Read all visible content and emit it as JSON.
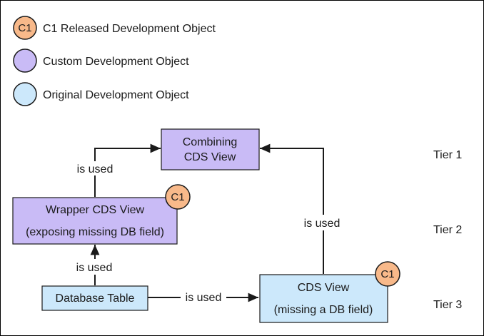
{
  "legend": {
    "badge_label": "C1",
    "released": "C1 Released Development Object",
    "custom": "Custom Development Object",
    "original": "Original Development Object"
  },
  "nodes": {
    "combining": {
      "line1": "Combining",
      "line2": "CDS View"
    },
    "wrapper": {
      "line1": "Wrapper CDS View",
      "line2": "(exposing missing DB  field)",
      "badge": "C1"
    },
    "database_table": {
      "label": "Database Table"
    },
    "cds_view": {
      "line1": "CDS View",
      "line2": "(missing a DB field)",
      "badge": "C1"
    }
  },
  "edges": {
    "wrapper_to_combining": "is used",
    "cds_to_combining": "is used",
    "table_to_wrapper": "is used",
    "table_to_cds": "is used"
  },
  "tiers": {
    "tier1": "Tier 1",
    "tier2": "Tier 2",
    "tier3": "Tier 3"
  },
  "colors": {
    "released_badge": "#f8b98a",
    "custom": "#c9bbf6",
    "original": "#cce8fb",
    "stroke": "#1a1a1a"
  }
}
